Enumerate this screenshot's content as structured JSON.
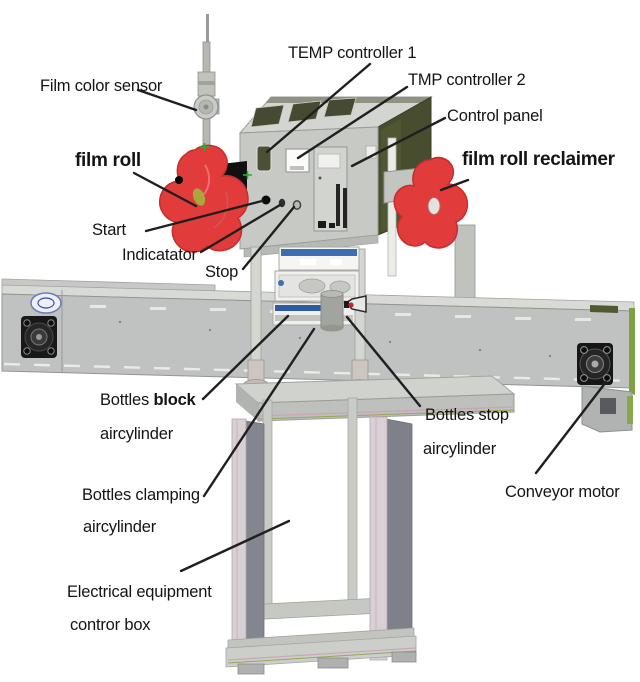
{
  "figure": {
    "type": "machine-part-diagram",
    "subject": "bottle film labeling machine with conveyor",
    "colors": {
      "film_roll_red": "#e23b3b",
      "module_blue": "#3f6db3",
      "box_side_olive": "#474d2e",
      "machine_gray": "#c4c7c3",
      "panel_dark_gray": "#83868e",
      "leader_line": "#1f1f1f",
      "background": "#ffffff"
    }
  },
  "labels": {
    "temp_controller_1": "TEMP controller 1",
    "tmp_controller_2": "TMP controller 2",
    "control_panel": "Control panel",
    "film_color_sensor": "Film color sensor",
    "film_roll": "film roll",
    "film_roll_reclaimer": "film roll reclaimer",
    "start": "Start",
    "indicatator": "Indicatator",
    "stop": "Stop",
    "bottles_block_word1": "Bottles",
    "bottles_block_word2": "block",
    "bottles_block_line2": "aircylinder",
    "bottles_stop_line1": "Bottles stop",
    "bottles_stop_line2": "aircylinder",
    "bottles_clamping_line1": "Bottles clamping",
    "bottles_clamping_line2": "aircylinder",
    "conveyor_motor": "Conveyor motor",
    "electrical_line1": "Electrical equipment",
    "electrical_line2": "contror box"
  }
}
